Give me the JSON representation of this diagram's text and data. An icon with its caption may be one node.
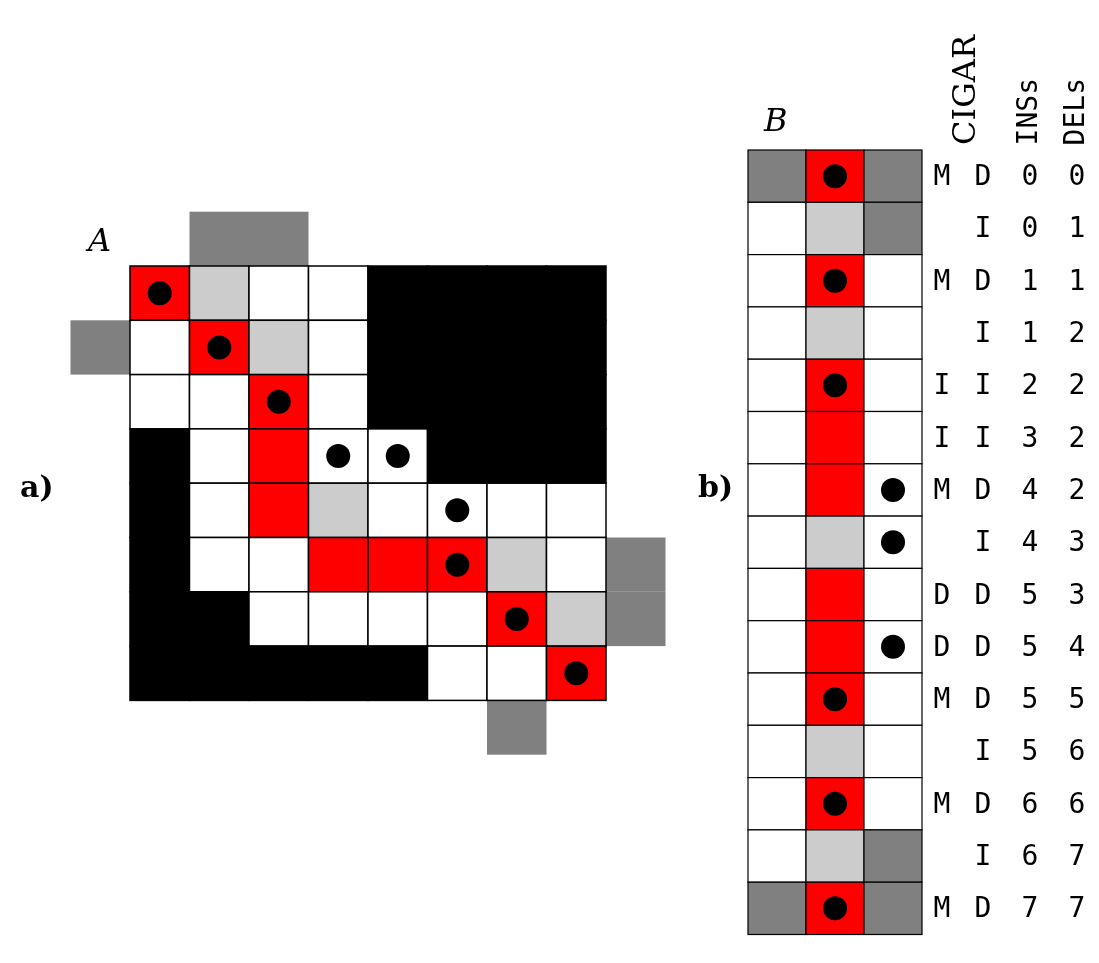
{
  "diagram": {
    "labels": [
      "a)",
      "A",
      "b)",
      "B",
      "CIGAR",
      "INSs",
      "DELs",
      "M",
      "D",
      "0",
      "0",
      "I",
      "0",
      "1",
      "M",
      "D",
      "1",
      "1",
      "I",
      "1",
      "2",
      "I",
      "I",
      "2",
      "2",
      "I",
      "I",
      "3",
      "2",
      "M",
      "D",
      "4",
      "2",
      "I",
      "4",
      "3",
      "D",
      "D",
      "5",
      "3",
      "D",
      "D",
      "5",
      "4",
      "M",
      "D",
      "5",
      "5",
      "I",
      "5",
      "6",
      "M",
      "D",
      "6",
      "6",
      "I",
      "6",
      "7",
      "M",
      "D",
      "7",
      "7"
    ]
  }
}
